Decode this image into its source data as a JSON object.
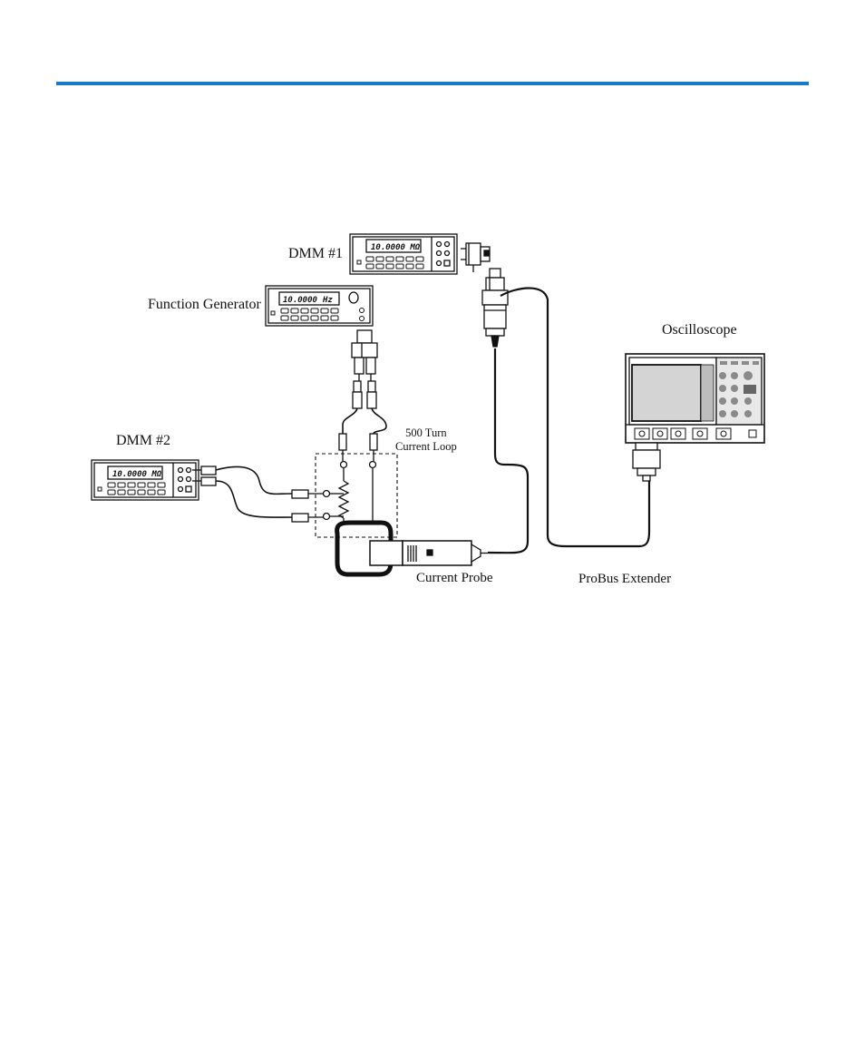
{
  "header_rule": {
    "color": "#1a7ac8"
  },
  "labels": {
    "dmm1": "DMM #1",
    "function_generator": "Function Generator",
    "dmm2": "DMM #2",
    "oscilloscope": "Oscilloscope",
    "loop_line1": "500 Turn",
    "loop_line2": "Current  Loop",
    "current_probe": "Current Probe",
    "probus_extender": "ProBus Extender"
  },
  "displays": {
    "dmm1": "10.0000 MΩ",
    "function_generator": "10.0000",
    "function_generator_unit": "Hz",
    "dmm2": "10.0000 MΩ"
  },
  "icons": [
    "multimeter-icon",
    "function-generator-icon",
    "oscilloscope-icon",
    "current-probe-icon",
    "bnc-adapter-icon",
    "resistor-icon",
    "current-loop-icon"
  ]
}
